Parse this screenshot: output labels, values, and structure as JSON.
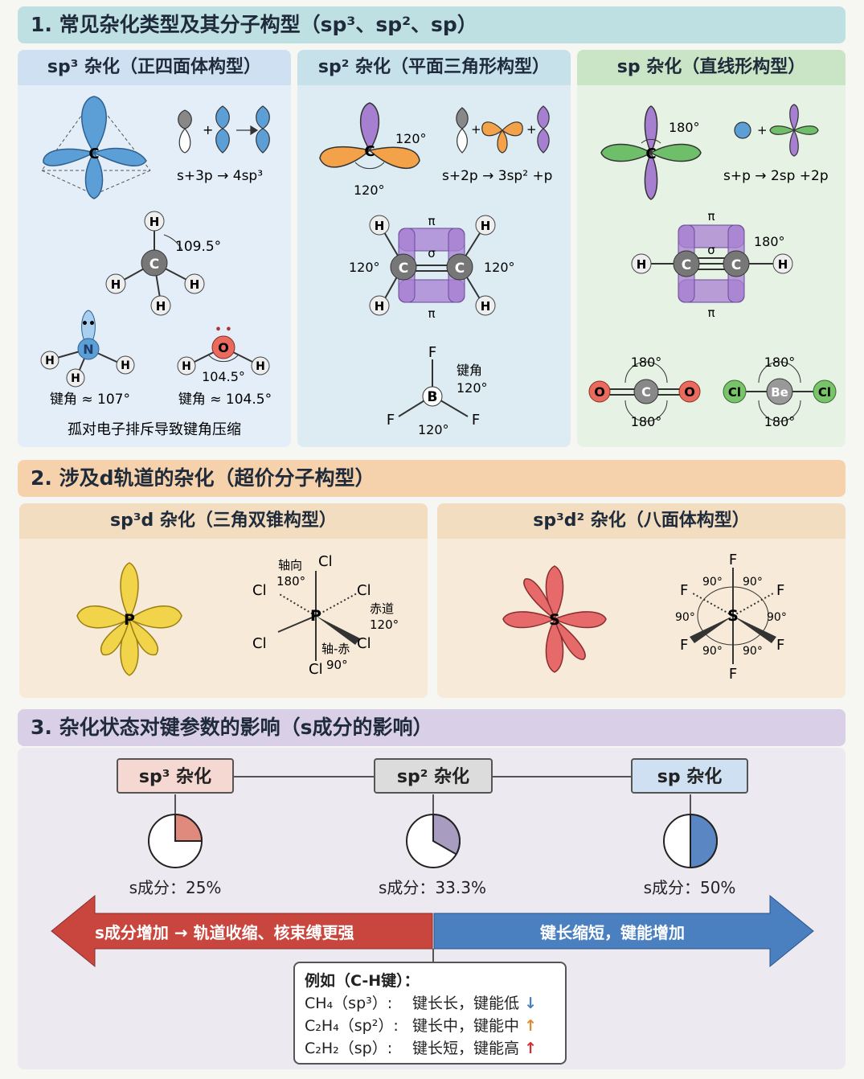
{
  "section1": {
    "header": "1. 常见杂化类型及其分子构型（sp³、sp²、sp）",
    "sp3": {
      "title": "sp³ 杂化（正四面体构型）",
      "center": "C",
      "formula": "s+3p → 4sp³",
      "ch4_angle": "109.5°",
      "ch4_center": "C",
      "h": "H",
      "nh3_center": "N",
      "h2o_center": "O",
      "h2o_angle": "104.5°",
      "nh3_note": "键角 ≈ 107°",
      "h2o_note": "键角 ≈ 104.5°",
      "lonepair_note": "孤对电子排斥导致键角压缩"
    },
    "sp2": {
      "title": "sp² 杂化（平面三角形构型）",
      "center": "C",
      "angle1": "120°",
      "angle2": "120°",
      "formula": "s+2p → 3sp² +p",
      "pi": "π",
      "sigma": "σ",
      "ethene_angle_left": "120°",
      "ethene_angle_right": "120°",
      "bf3_center": "B",
      "f": "F",
      "bf3_label": "键角",
      "bf3_angle1": "120°",
      "bf3_angle2": "120°"
    },
    "sp": {
      "title": "sp 杂化（直线形构型）",
      "center": "C",
      "angle": "180°",
      "formula": "s+p → 2sp +2p",
      "pi": "π",
      "sigma": "σ",
      "ethyne_angle": "180°",
      "co2_c": "C",
      "co2_o": "O",
      "co2_angle": "180°",
      "becl2_be": "Be",
      "becl2_cl": "Cl",
      "becl2_angle": "180°"
    }
  },
  "section2": {
    "header": "2. 涉及d轨道的杂化（超价分子构型）",
    "sp3d": {
      "title": "sp³d 杂化（三角双锥构型）",
      "center": "P",
      "cl": "Cl",
      "axial_label": "轴向",
      "axial_angle": "180°",
      "eq_label": "赤道",
      "eq_angle": "120°",
      "ax_eq_label": "轴-赤",
      "ax_eq_angle": "90°"
    },
    "sp3d2": {
      "title": "sp³d² 杂化（八面体构型）",
      "center": "S",
      "f": "F",
      "angle": "90°"
    }
  },
  "section3": {
    "header": "3. 杂化状态对键参数的影响（s成分的影响）",
    "boxes": [
      {
        "label": "sp³ 杂化",
        "pct": "s成分：25%",
        "fraction": 0.25,
        "color": "#e08a7e",
        "bg": "#f6d8d2"
      },
      {
        "label": "sp² 杂化",
        "pct": "s成分：33.3%",
        "fraction": 0.333,
        "color": "#a89cc0",
        "bg": "#dcdcdc"
      },
      {
        "label": "sp 杂化",
        "pct": "s成分：50%",
        "fraction": 0.5,
        "color": "#5b86c4",
        "bg": "#cfe0f2"
      }
    ],
    "arrow_left": "s成分增加 → 轨道收缩、核束缚更强",
    "arrow_right": "键长缩短，键能增加",
    "example": {
      "title": "例如（C-H键）：",
      "rows": [
        {
          "formula": "CH₄（sp³）:",
          "text": "键长长，键能低",
          "arrow": "↓",
          "color": "#4a7fc0"
        },
        {
          "formula": "C₂H₄（sp²）:",
          "text": "键长中，键能中",
          "arrow": "↑",
          "color": "#e08a2a"
        },
        {
          "formula": "C₂H₂（sp）:",
          "text": "键长短，键能高",
          "arrow": "↑",
          "color": "#d03030"
        }
      ]
    }
  },
  "colors": {
    "sec1_header": "#bfe0e3",
    "sec2_header": "#f6d2ac",
    "sec3_header": "#d9cfe6",
    "sp3_bg": "#e4eef8",
    "sp2_bg": "#dcecf2",
    "sp_bg": "#e6f2e4",
    "lobe_blue": "#5b9fd6",
    "lobe_purple": "#a77fd1",
    "lobe_orange": "#f3a24a",
    "lobe_green": "#6fbf6a",
    "lobe_yellow": "#f1d44a",
    "lobe_red": "#e66a6a"
  }
}
